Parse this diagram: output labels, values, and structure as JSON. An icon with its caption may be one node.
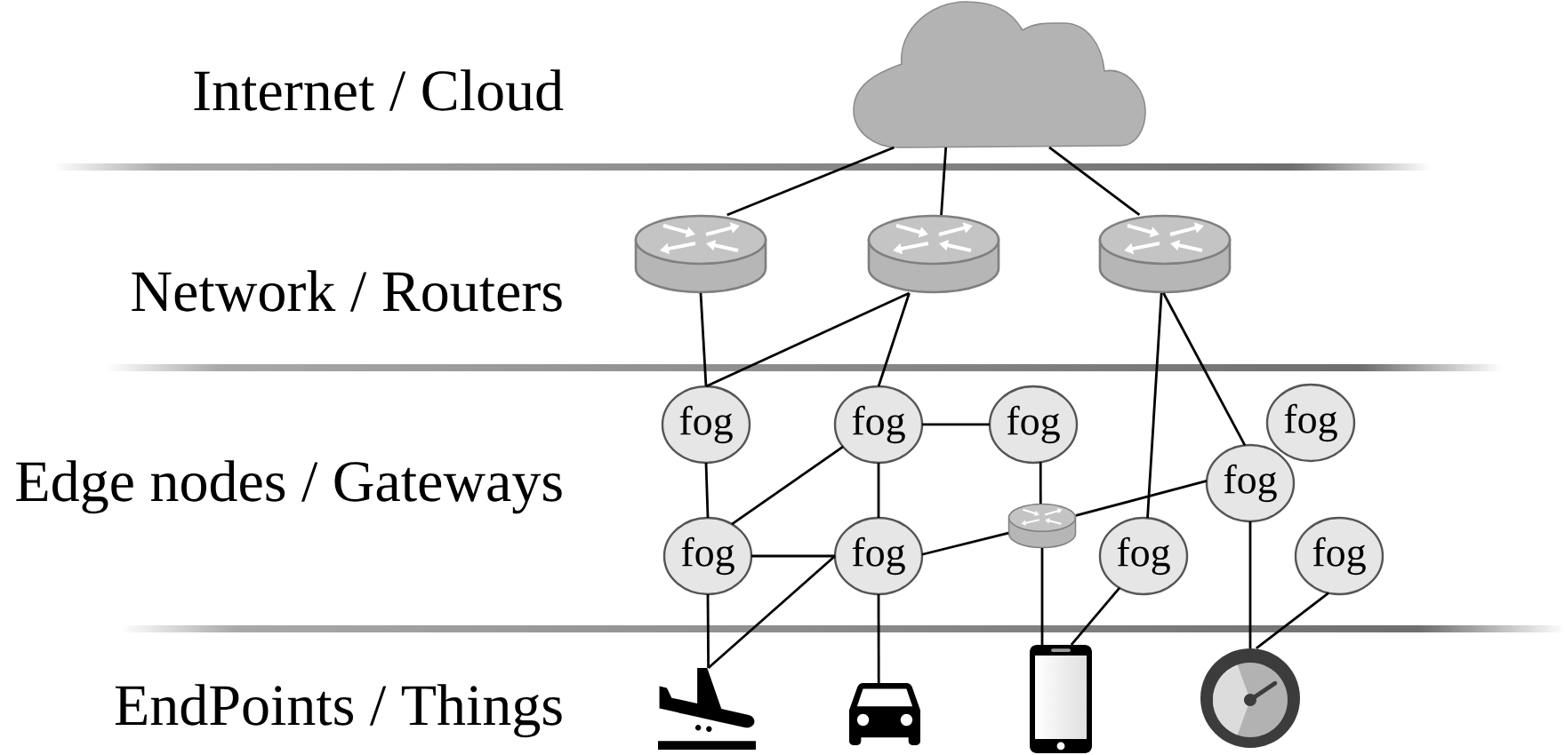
{
  "diagram": {
    "nodes": [
      {
        "text": [],
        "shape": "cloud"
      },
      {
        "text": [],
        "shape": "cylinder"
      },
      {
        "text": [],
        "shape": "cylinder"
      },
      {
        "text": [],
        "shape": "cylinder"
      },
      {
        "text": [
          "fog"
        ]
      },
      {
        "text": [
          "fog"
        ]
      },
      {
        "text": [
          "fog"
        ]
      },
      {
        "text": [
          "fog"
        ]
      },
      {
        "text": [
          "fog"
        ]
      },
      {
        "text": [],
        "shape": "cylinder"
      },
      {
        "text": [
          "fog"
        ]
      },
      {
        "text": [
          "fog"
        ]
      },
      {
        "text": [
          "fog"
        ]
      },
      {
        "text": [
          "fog"
        ]
      },
      {
        "text": [],
        "shape": "picture"
      },
      {
        "text": [],
        "shape": "picture"
      },
      {
        "text": [],
        "shape": "picture"
      },
      {
        "text": [],
        "shape": "picture"
      }
    ],
    "edges": [
      {
        "from": 0,
        "to": 1,
        "arrow": "none"
      },
      {
        "from": 0,
        "to": 2,
        "arrow": "none"
      },
      {
        "from": 0,
        "to": 3,
        "arrow": "none"
      },
      {
        "from": 1,
        "to": 4,
        "arrow": "none"
      },
      {
        "from": 2,
        "to": 4,
        "arrow": "none"
      },
      {
        "from": 2,
        "to": 5,
        "arrow": "none"
      },
      {
        "from": 3,
        "to": 12,
        "arrow": "none"
      },
      {
        "from": 3,
        "to": 8,
        "arrow": "none"
      },
      {
        "from": 4,
        "to": 10,
        "arrow": "none"
      },
      {
        "from": 5,
        "to": 6,
        "arrow": "none"
      },
      {
        "from": 5,
        "to": 10,
        "arrow": "none"
      },
      {
        "from": 5,
        "to": 11,
        "arrow": "none"
      },
      {
        "from": 6,
        "to": 9,
        "arrow": "none"
      },
      {
        "from": 10,
        "to": 11,
        "arrow": "none"
      },
      {
        "from": 11,
        "to": 9,
        "arrow": "none"
      },
      {
        "from": 9,
        "to": 8,
        "arrow": "none"
      },
      {
        "from": 10,
        "to": 14,
        "arrow": "none"
      },
      {
        "from": 11,
        "to": 14,
        "arrow": "none"
      },
      {
        "from": 11,
        "to": 15,
        "arrow": "none"
      },
      {
        "from": 9,
        "to": 16,
        "arrow": "none"
      },
      {
        "from": 12,
        "to": 16,
        "arrow": "none"
      },
      {
        "from": 8,
        "to": 17,
        "arrow": "none"
      },
      {
        "from": 13,
        "to": 17,
        "arrow": "none"
      }
    ],
    "labels": [
      "Internet / Cloud",
      "Network / Routers",
      "Edge nodes / Gateways",
      "EndPoints / Things"
    ]
  }
}
